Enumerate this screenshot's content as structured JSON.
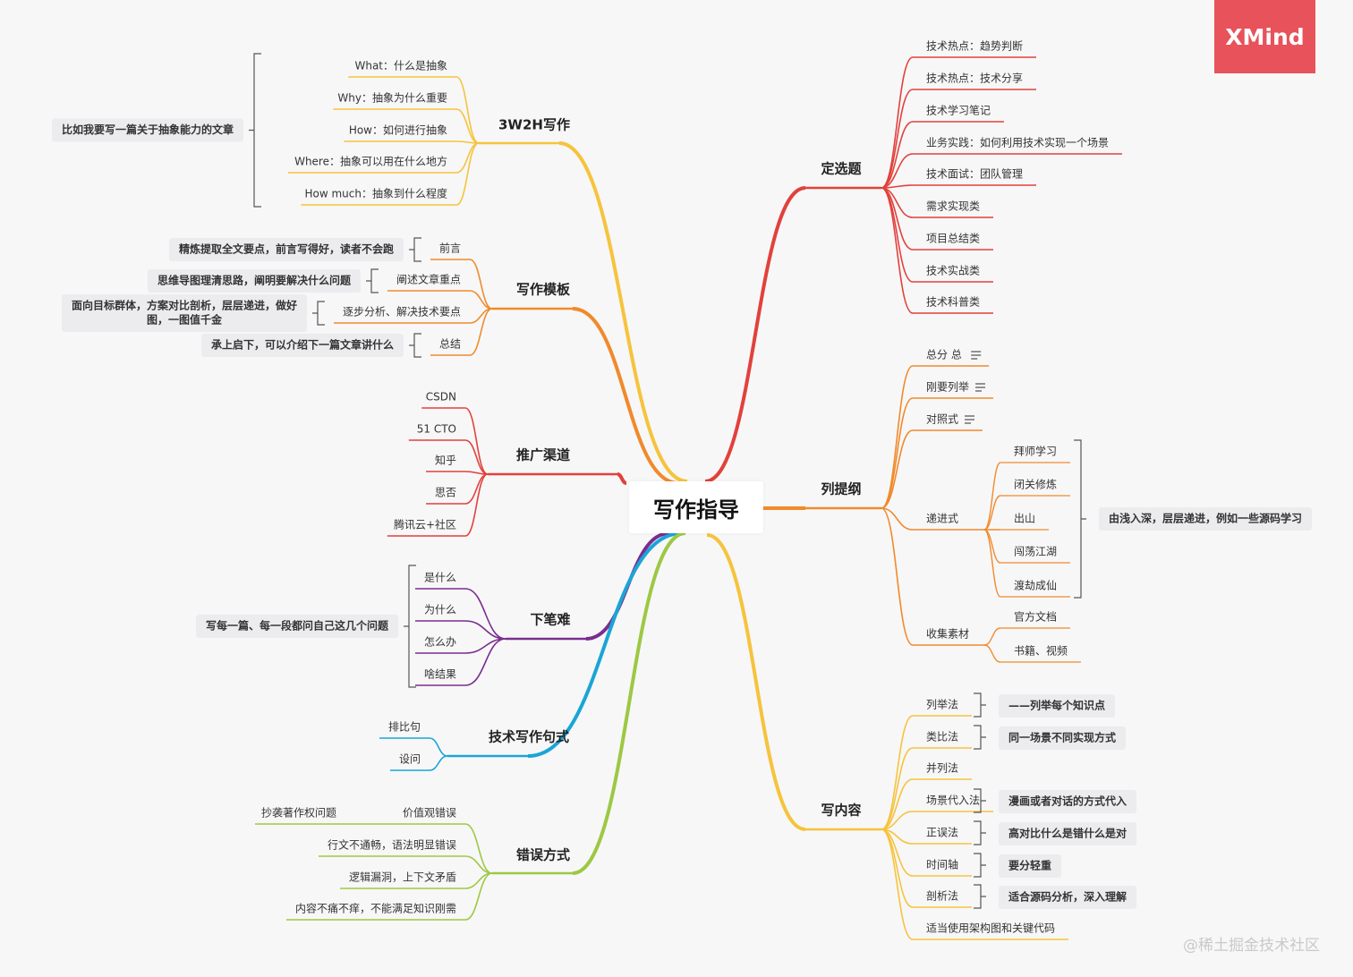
{
  "root": "写作指导",
  "logo": "XMind",
  "watermark": "@稀土掘金技术社区",
  "colors": {
    "red": "#e2413b",
    "orange": "#f08a2b",
    "yellow": "#f6c33c",
    "purple": "#7b2d8e",
    "cyan": "#1aa5d6",
    "lime": "#9dc843",
    "bracket": "#555555",
    "leafText": "#333333"
  },
  "left": [
    {
      "id": "b3w2h",
      "label": "3W2H写作",
      "color": "yellow",
      "children": [
        {
          "label": "What：什么是抽象"
        },
        {
          "label": "Why：抽象为什么重要"
        },
        {
          "label": "How：如何进行抽象"
        },
        {
          "label": "Where：抽象可以用在什么地方"
        },
        {
          "label": "How much：抽象到什么程度"
        }
      ],
      "groupNote": "比如我要写一篇关于抽象能力的文章"
    },
    {
      "id": "btpl",
      "label": "写作模板",
      "color": "orange",
      "children": [
        {
          "label": "前言",
          "note": [
            "精炼提取全文要点，前言写得好，读者不会跑"
          ]
        },
        {
          "label": "阐述文章重点",
          "note": [
            "思维导图理清思路，阐明要解决什么问题"
          ]
        },
        {
          "label": "逐步分析、解决技术要点",
          "note": [
            "面向目标群体，方案对比剖析，层层递进，做好",
            "图，一图值千金"
          ]
        },
        {
          "label": "总结",
          "note": [
            "承上启下，可以介绍下一篇文章讲什么"
          ]
        }
      ]
    },
    {
      "id": "bpromo",
      "label": "推广渠道",
      "color": "red",
      "children": [
        {
          "label": "CSDN"
        },
        {
          "label": "51 CTO"
        },
        {
          "label": "知乎"
        },
        {
          "label": "思否"
        },
        {
          "label": "腾讯云+社区"
        }
      ]
    },
    {
      "id": "bhard",
      "label": "下笔难",
      "color": "purple",
      "children": [
        {
          "label": "是什么"
        },
        {
          "label": "为什么"
        },
        {
          "label": "怎么办"
        },
        {
          "label": "啥结果"
        }
      ],
      "groupNote": "写每一篇、每一段都问自己这几个问题"
    },
    {
      "id": "bsent",
      "label": "技术写作句式",
      "color": "cyan",
      "children": [
        {
          "label": "排比句"
        },
        {
          "label": "设问"
        }
      ]
    },
    {
      "id": "berr",
      "label": "错误方式",
      "color": "lime",
      "children": [
        {
          "label": "价值观错误",
          "sub": "抄袭著作权问题"
        },
        {
          "label": "行文不通畅，语法明显错误"
        },
        {
          "label": "逻辑漏洞，上下文矛盾"
        },
        {
          "label": "内容不痛不痒，不能满足知识刚需"
        }
      ]
    }
  ],
  "right": [
    {
      "id": "btopic",
      "label": "定选题",
      "color": "red",
      "children": [
        {
          "label": "技术热点：趋势判断"
        },
        {
          "label": "技术热点：技术分享"
        },
        {
          "label": "技术学习笔记"
        },
        {
          "label": "业务实践：如何利用技术实现一个场景"
        },
        {
          "label": "技术面试：团队管理"
        },
        {
          "label": "需求实现类"
        },
        {
          "label": "项目总结类"
        },
        {
          "label": "技术实战类"
        },
        {
          "label": "技术科普类"
        }
      ]
    },
    {
      "id": "boutline",
      "label": "列提纲",
      "color": "orange",
      "children": [
        {
          "label": "总分 总",
          "hasNote": true
        },
        {
          "label": "刚要列举",
          "hasNote": true
        },
        {
          "label": "对照式",
          "hasNote": true
        },
        {
          "label": "递进式",
          "sub": [
            {
              "label": "拜师学习"
            },
            {
              "label": "闭关修炼"
            },
            {
              "label": "出山"
            },
            {
              "label": "闯荡江湖"
            },
            {
              "label": "渡劫成仙"
            }
          ],
          "groupNote": "由浅入深，层层递进，例如一些源码学习"
        },
        {
          "label": "收集素材",
          "sub": [
            {
              "label": "官方文档"
            },
            {
              "label": "书籍、视频"
            }
          ]
        }
      ]
    },
    {
      "id": "bcontent",
      "label": "写内容",
      "color": "yellow",
      "children": [
        {
          "label": "列举法",
          "note": "——列举每个知识点"
        },
        {
          "label": "类比法",
          "note": "同一场景不同实现方式"
        },
        {
          "label": "并列法"
        },
        {
          "label": "场景代入法",
          "note": "漫画或者对话的方式代入"
        },
        {
          "label": "正误法",
          "note": "高对比什么是错什么是对"
        },
        {
          "label": "时间轴",
          "note": "要分轻重"
        },
        {
          "label": "剖析法",
          "note": "适合源码分析，深入理解"
        },
        {
          "label": "适当使用架构图和关键代码"
        }
      ]
    }
  ]
}
